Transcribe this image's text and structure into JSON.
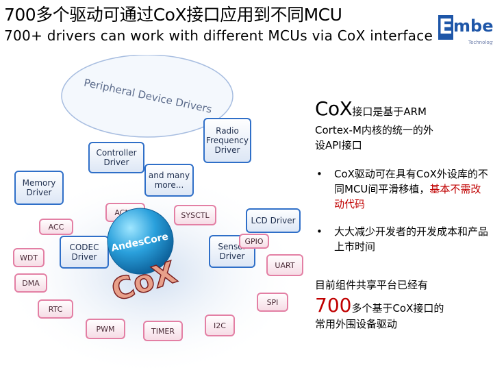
{
  "title": "700多个驱动可通过CoX接口应用到不同MCU",
  "subtitle": "700+ drivers can work with different MCUs via CoX interface",
  "logo": {
    "letter": "E",
    "text": "mbest",
    "small": "Technology"
  },
  "diagram": {
    "cloud_label": "Peripheral Device Drivers",
    "center_label": "AndesCore",
    "cox_label": "CoX",
    "blue_modules": [
      {
        "name": "radio-frequency-driver",
        "lines": [
          "Radio",
          "Frequency",
          "Driver"
        ]
      },
      {
        "name": "controller-driver",
        "lines": [
          "Controller",
          "Driver"
        ]
      },
      {
        "name": "memory-driver",
        "lines": [
          "Memory",
          "Driver"
        ]
      },
      {
        "name": "and-many-more",
        "lines": [
          "and many",
          "more..."
        ]
      },
      {
        "name": "lcd-driver",
        "lines": [
          "LCD Driver"
        ]
      },
      {
        "name": "codec-driver",
        "lines": [
          "CODEC",
          "Driver"
        ]
      },
      {
        "name": "sensor-driver",
        "lines": [
          "Sensor",
          "Driver"
        ]
      }
    ],
    "pink_modules": [
      "ACMP",
      "SYSCTL",
      "ACC",
      "GPIO",
      "WDT",
      "UART",
      "DMA",
      "RTC",
      "SPI",
      "PWM",
      "TIMER",
      "I2C"
    ]
  },
  "right": {
    "cox_big": "CoX",
    "cox_rest": "接口是基于ARM",
    "line2": "Cortex-M内核的统一的外",
    "line3": "设API接口",
    "bullet1_a": "CoX驱动可在具有CoX外设库的不同MCU间平滑移植，",
    "bullet1_b": "基本不需改动代码",
    "bullet2": "大大减少开发者的开发成本和产品上市时间",
    "para1": "目前组件共享平台已经有",
    "big700": "700",
    "para2": "多个基于CoX接口的",
    "para3": "常用外围设备驱动"
  },
  "colors": {
    "accent_red": "#c00000",
    "module_blue": "#2f6fc8",
    "module_pink": "#e37fa4"
  }
}
